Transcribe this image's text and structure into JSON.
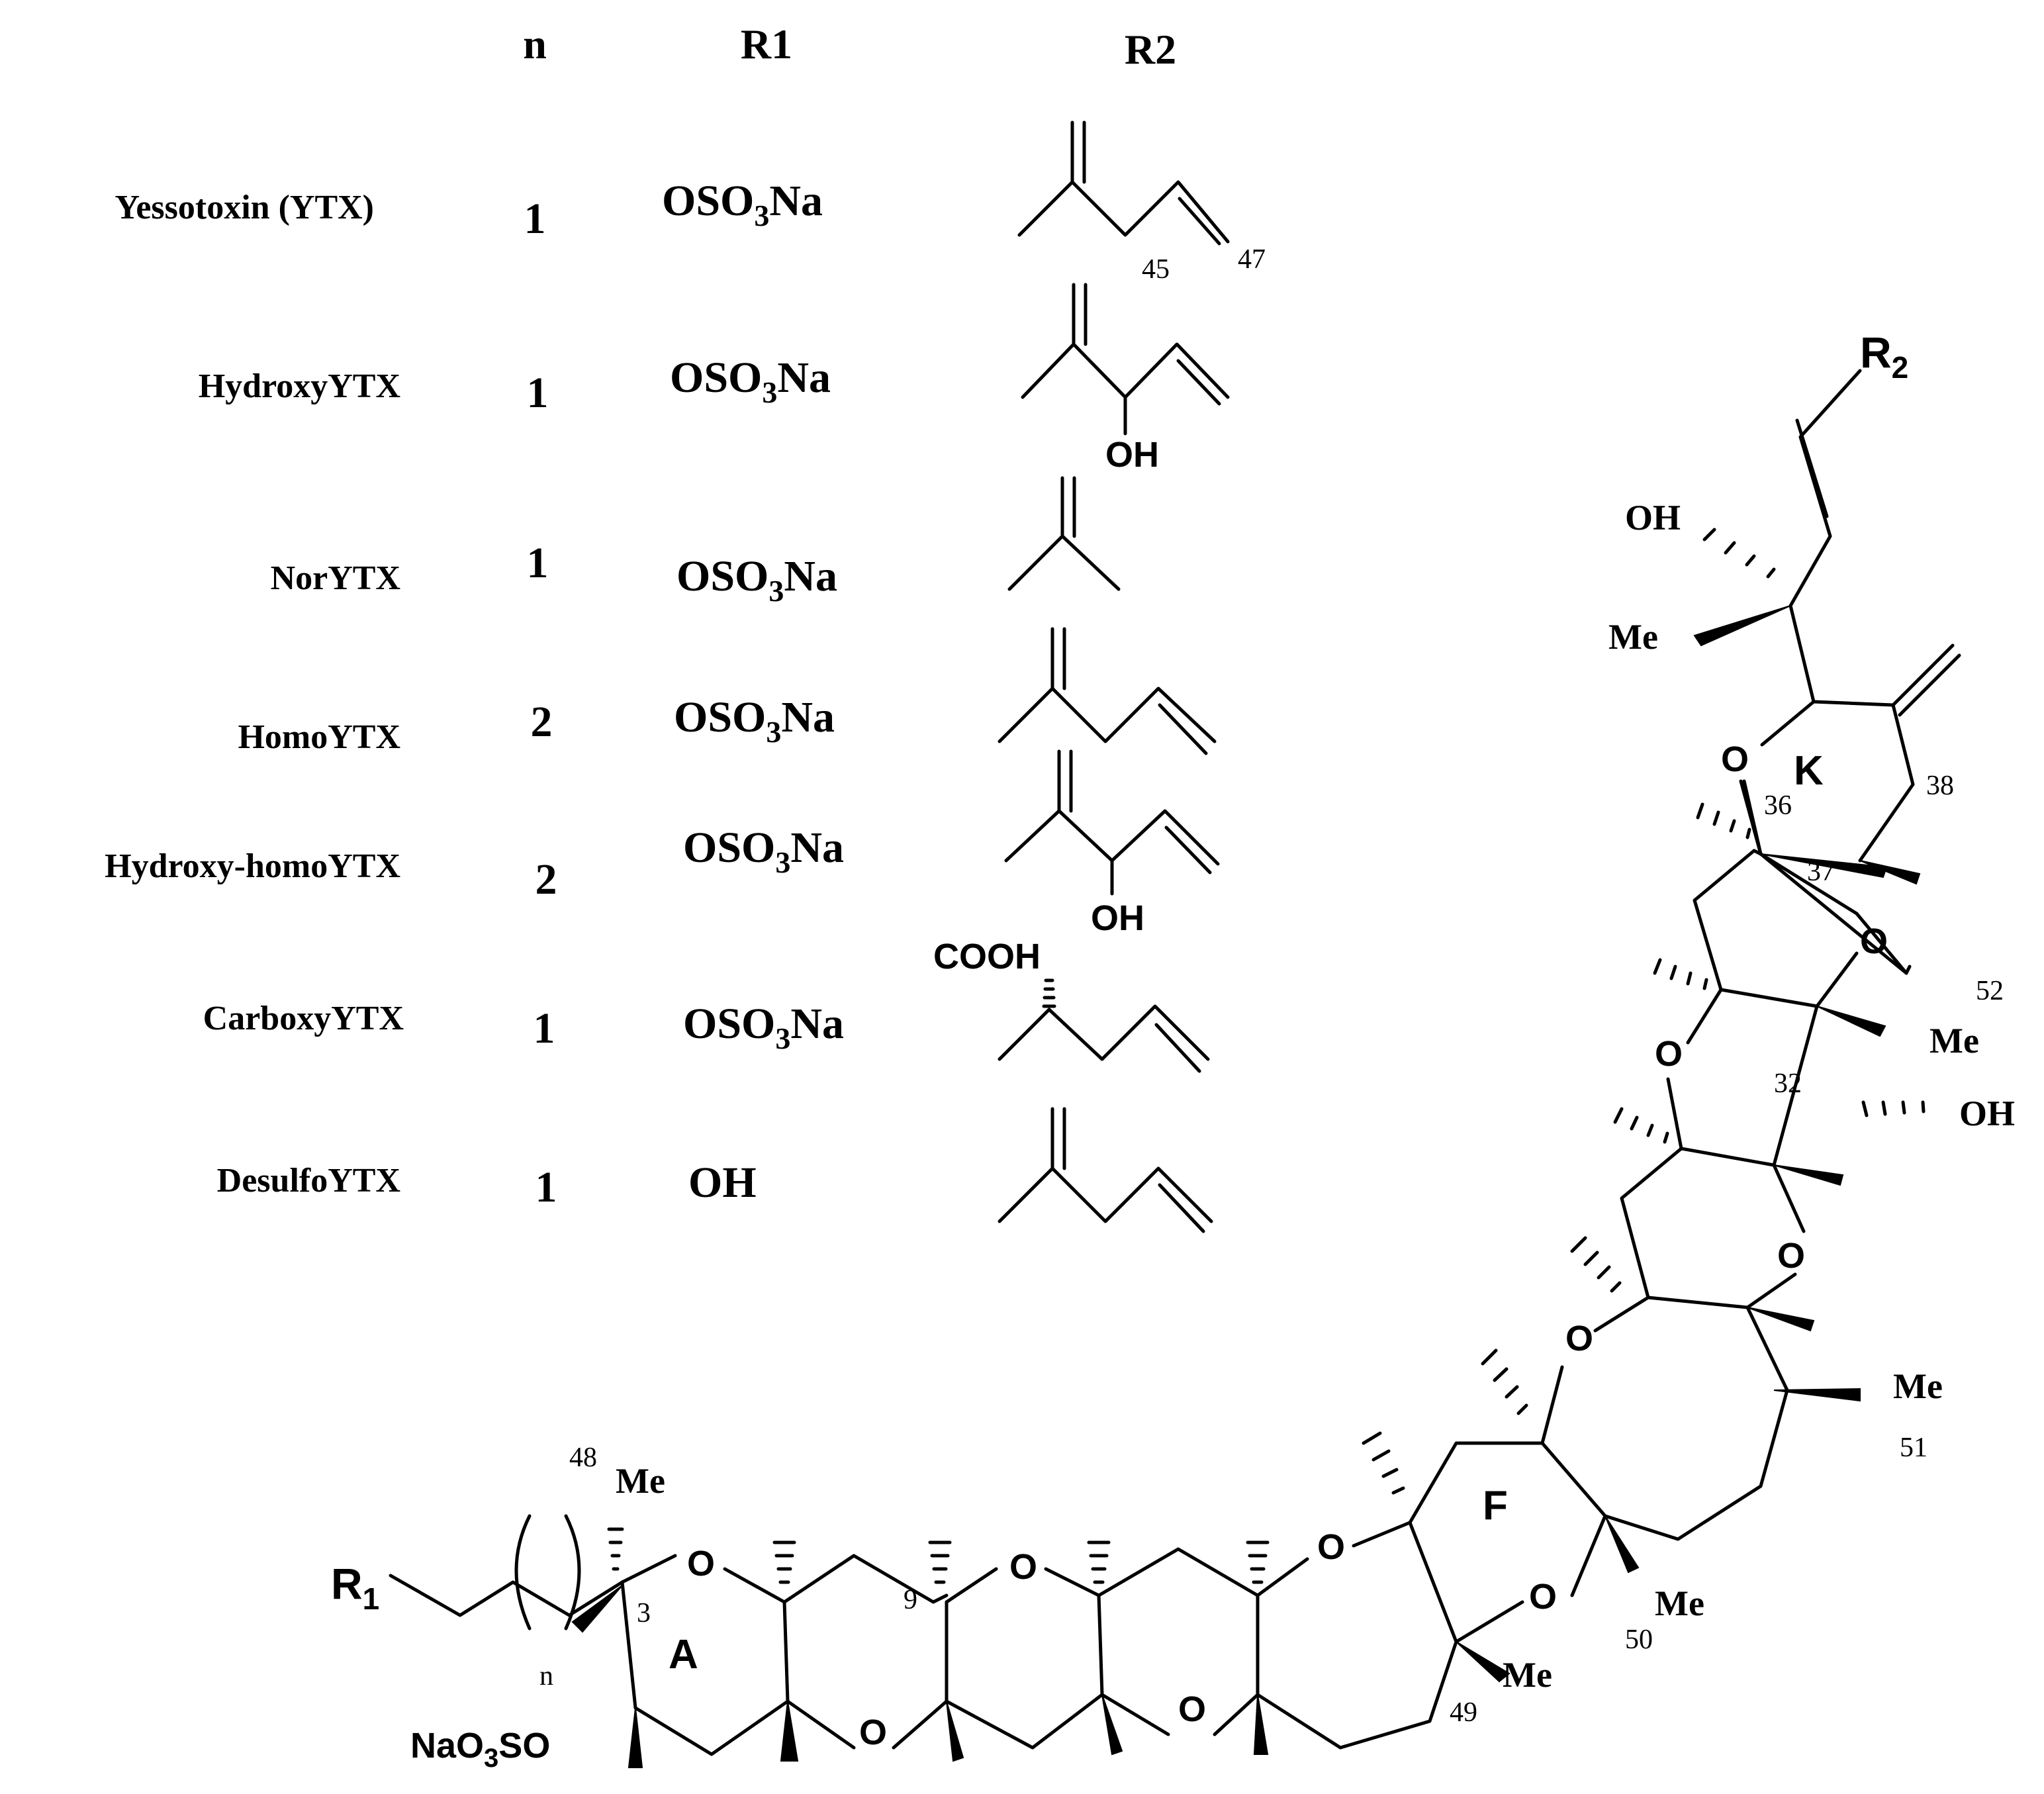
{
  "header": {
    "n": "n",
    "r1": "R1",
    "r2": "R2"
  },
  "rows": [
    {
      "name": "Yessotoxin (YTX)",
      "n": "1",
      "r1_main": "OSO",
      "r1_sub": "3",
      "r1_tail": "Na",
      "r2_labels": [
        "45",
        "47"
      ]
    },
    {
      "name": "HydroxyYTX",
      "n": "1",
      "r1_main": "OSO",
      "r1_sub": "3",
      "r1_tail": "Na",
      "r2_labels": [
        "OH"
      ]
    },
    {
      "name": "NorYTX",
      "n": "1",
      "r1_main": "OSO",
      "r1_sub": "3",
      "r1_tail": "Na",
      "r2_labels": []
    },
    {
      "name": "HomoYTX",
      "n": "2",
      "r1_main": "OSO",
      "r1_sub": "3",
      "r1_tail": "Na",
      "r2_labels": []
    },
    {
      "name": "Hydroxy-homoYTX",
      "n": "2",
      "r1_main": "OSO",
      "r1_sub": "3",
      "r1_tail": "Na",
      "r2_labels": [
        "OH"
      ]
    },
    {
      "name": "CarboxyYTX",
      "n": "1",
      "r1_main": "OSO",
      "r1_sub": "3",
      "r1_tail": "Na",
      "r2_labels": [
        "COOH"
      ]
    },
    {
      "name": "DesulfoYTX",
      "n": "1",
      "r1_main": "OH",
      "r1_sub": "",
      "r1_tail": "",
      "r2_labels": []
    }
  ],
  "structure": {
    "r1_label": "R",
    "r1_sub": "1",
    "r2_label": "R",
    "r2_sub": "2",
    "n_label": "n",
    "na_label_a": "NaO",
    "na_label_sub": "3",
    "na_label_b": "SO",
    "ring_labels": [
      "A",
      "F",
      "K"
    ],
    "oxygen": "O",
    "me": "Me",
    "oh": "OH",
    "carbon_numbers": [
      "48",
      "3",
      "9",
      "49",
      "50",
      "51",
      "32",
      "52",
      "36",
      "37",
      "38"
    ]
  }
}
